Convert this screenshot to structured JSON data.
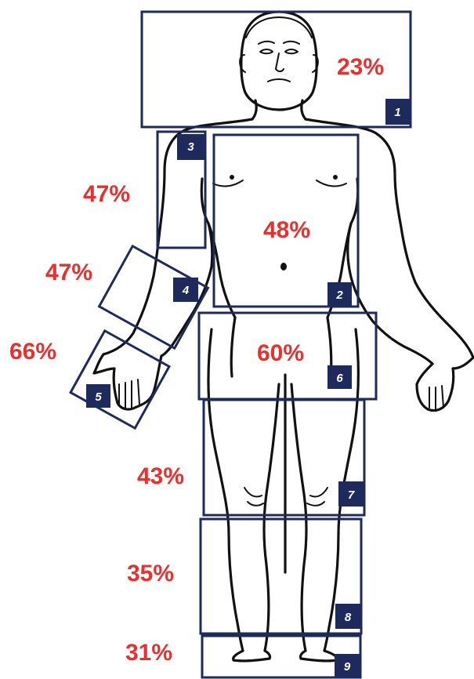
{
  "colors": {
    "box": "#1f2a5c",
    "badge": "#1f2a5c",
    "percent": "#e8302f",
    "outline": "#111111"
  },
  "regions": [
    {
      "id": "1",
      "percent": "23%"
    },
    {
      "id": "2",
      "percent": "48%"
    },
    {
      "id": "3",
      "percent": "47%"
    },
    {
      "id": "4",
      "percent": "47%"
    },
    {
      "id": "5",
      "percent": "66%"
    },
    {
      "id": "6",
      "percent": "60%"
    },
    {
      "id": "7",
      "percent": "43%"
    },
    {
      "id": "8",
      "percent": "35%"
    },
    {
      "id": "9",
      "percent": "31%"
    }
  ]
}
